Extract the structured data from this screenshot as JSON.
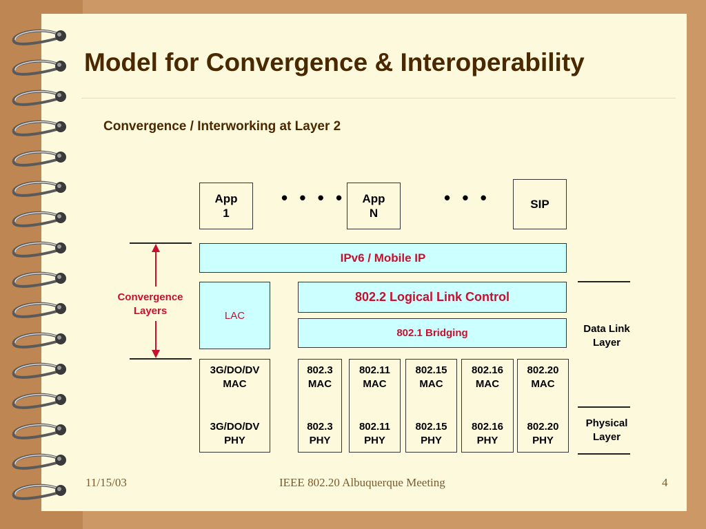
{
  "title": "Model for Convergence & Interoperability",
  "subtitle": "Convergence / Interworking at Layer 2",
  "apps": {
    "app1_line1": "App",
    "app1_line2": "1",
    "appn_line1": "App",
    "appn_line2": "N",
    "sip": "SIP",
    "dots1": "• • • •",
    "dots2": "• • •"
  },
  "layers": {
    "ipv6": "IPv6 / Mobile IP",
    "llc": "802.2 Logical Link Control",
    "bridging": "802.1 Bridging",
    "lac": "LAC"
  },
  "columns": [
    {
      "mac": "3G/DO/DV MAC",
      "phy": "3G/DO/DV PHY"
    },
    {
      "mac": "802.3 MAC",
      "phy": "802.3 PHY"
    },
    {
      "mac": "802.11 MAC",
      "phy": "802.11 PHY"
    },
    {
      "mac": "802.15 MAC",
      "phy": "802.15 PHY"
    },
    {
      "mac": "802.16 MAC",
      "phy": "802.16 PHY"
    },
    {
      "mac": "802.20 MAC",
      "phy": "802.20 PHY"
    }
  ],
  "side_labels": {
    "convergence": "Convergence Layers",
    "data_link": "Data Link Layer",
    "physical": "Physical Layer"
  },
  "footer": {
    "date": "11/15/03",
    "center": "IEEE 802.20 Albuquerque Meeting",
    "page": "4"
  },
  "colors": {
    "accent_red": "#c8102e",
    "layer_fill": "#ccffff",
    "title_brown": "#4a2800"
  }
}
